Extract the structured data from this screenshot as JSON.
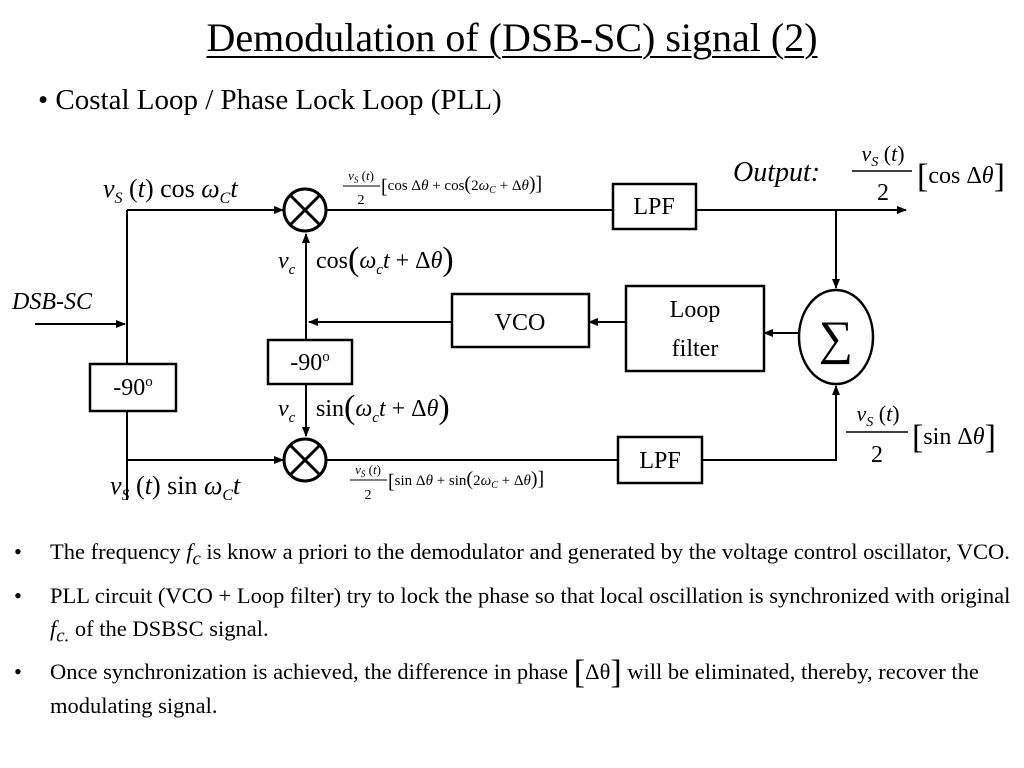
{
  "title": "Demodulation of (DSB-SC) signal (2)",
  "subtitle": "• Costal Loop / Phase Lock Loop (PLL)",
  "diagram": {
    "input_label": "DSB-SC",
    "blocks": {
      "lpf_top": "LPF",
      "lpf_bottom": "LPF",
      "vco": "VCO",
      "loop_filter_line1": "Loop",
      "loop_filter_line2": "filter",
      "phase_shift_left": "-90",
      "phase_shift_mid": "-90",
      "phase_shift_sup": "o",
      "summer": "∑"
    },
    "labels": {
      "top_input": "v_S(t) cos ω_C t",
      "bottom_input": "v_S(t) sin ω_C t",
      "top_mixer_out": "(v_S(t)/2)[cos Δθ + cos(2ω_C + Δθ)]",
      "bottom_mixer_out": "(v_S(t)/2)[sin Δθ + sin(2ω_C + Δθ)]",
      "vco_cos": "v_c cos(ω_c t + Δθ)",
      "vco_sin": "v_c sin(ω_c t + Δθ)",
      "output_word": "Output:",
      "output_expr": "(v_S(t)/2)[cos Δθ]",
      "bottom_lpf_out": "(v_S(t)/2)[sin Δθ]"
    }
  },
  "bullets": {
    "b1_pre": "The frequency ",
    "b1_f": "f",
    "b1_sub": "c",
    "b1_post": " is know a priori to the demodulator and generated by the voltage control oscillator, VCO.",
    "b2_pre": "PLL circuit (VCO + Loop filter) try to lock the phase so that local oscillation is synchronized with original ",
    "b2_f": "f",
    "b2_sub": "c.",
    "b2_post": " of the DSBSC signal.",
    "b3_pre": "Once synchronization is achieved, the difference in phase ",
    "b3_expr": "Δθ",
    "b3_post": " will be eliminated, thereby, recover the modulating signal."
  }
}
